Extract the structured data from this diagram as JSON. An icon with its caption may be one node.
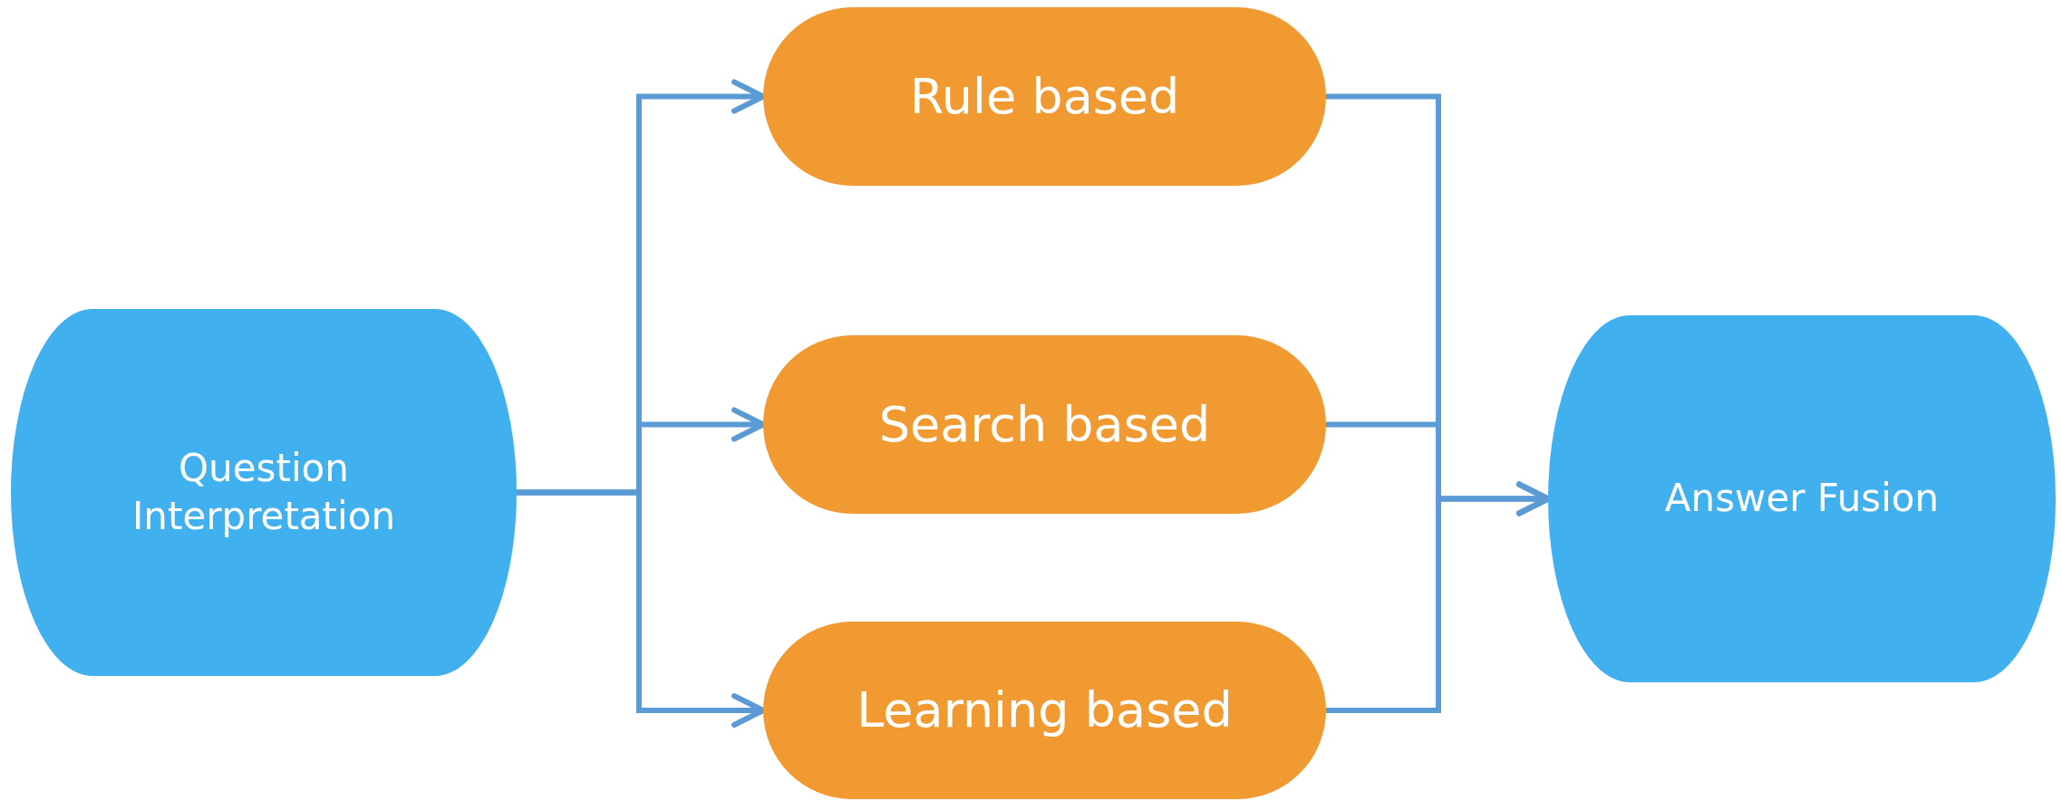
{
  "diagram": {
    "nodes": [
      {
        "text": [
          "Question Interpretation"
        ]
      },
      {
        "text": [
          "Rule based"
        ]
      },
      {
        "text": [
          "Search based"
        ]
      },
      {
        "text": [
          "Learning based"
        ]
      },
      {
        "text": [
          "Answer Fusion"
        ]
      }
    ],
    "edges": [
      {
        "from": 0,
        "to": 1,
        "arrow": "to"
      },
      {
        "from": 0,
        "to": 2,
        "arrow": "to"
      },
      {
        "from": 0,
        "to": 3,
        "arrow": "to"
      },
      {
        "from": 1,
        "to": 4,
        "arrow": "to"
      },
      {
        "from": 2,
        "to": 4,
        "arrow": "to"
      },
      {
        "from": 3,
        "to": 4,
        "arrow": "to"
      }
    ]
  }
}
